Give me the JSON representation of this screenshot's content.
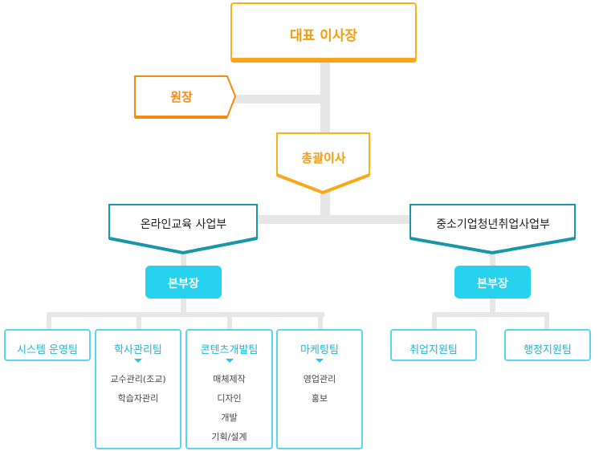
{
  "org": {
    "ceo": "대표 이사장",
    "director": "원장",
    "executive": "총괄이사",
    "divisions": [
      {
        "name": "온라인교육 사업부",
        "head": "본부장",
        "teams": [
          {
            "name": "시스템 운영팀",
            "items": []
          },
          {
            "name": "학사관리팀",
            "items": [
              "교수관리(조교)",
              "학습자관리"
            ]
          },
          {
            "name": "콘텐츠개발팀",
            "items": [
              "매체제작",
              "디자인",
              "개발",
              "기획/설계"
            ]
          },
          {
            "name": "마케팅팀",
            "items": [
              "영업관리",
              "홍보"
            ]
          }
        ]
      },
      {
        "name": "중소기업청년취업사업부",
        "head": "본부장",
        "teams": [
          {
            "name": "취업지원팀",
            "items": []
          },
          {
            "name": "행정지원팀",
            "items": []
          }
        ]
      }
    ]
  },
  "colors": {
    "ceo_border": "#fbb116",
    "director": "#f48a10",
    "executive": "#fbb116",
    "division": "#1797a8",
    "head_fill": "#26d2ee",
    "team_border": "#59d6ee",
    "line": "#e6e6e6"
  }
}
